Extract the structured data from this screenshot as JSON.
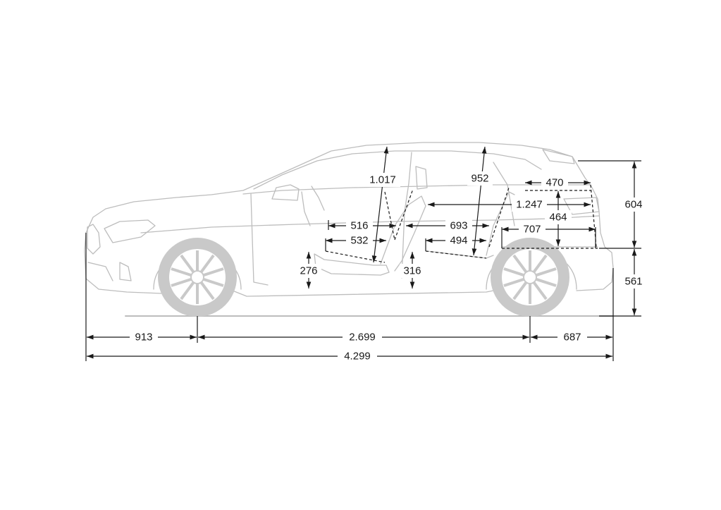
{
  "diagram": {
    "subject": "vehicle side-view dimension drawing",
    "colors": {
      "body_line": "#bdbdbd",
      "wheel": "#c9c9c9",
      "dim_line": "#1a1a1a",
      "background": "#ffffff"
    }
  },
  "dimensions": {
    "front_overhang": "913",
    "wheelbase": "2.699",
    "rear_overhang": "687",
    "overall_length": "4.299",
    "roof_height_above_load_floor": "604",
    "load_sill_height": "561",
    "front_headroom": "1.017",
    "rear_headroom": "952",
    "front_seat_to_pedal": "516",
    "front_cushion_length": "532",
    "rear_legroom": "693",
    "rear_cushion_length": "494",
    "front_seat_height": "276",
    "rear_seat_height": "316",
    "boot_top_length": "470",
    "load_length_through": "1.247",
    "boot_floor_length": "707",
    "boot_opening_height": "464"
  }
}
